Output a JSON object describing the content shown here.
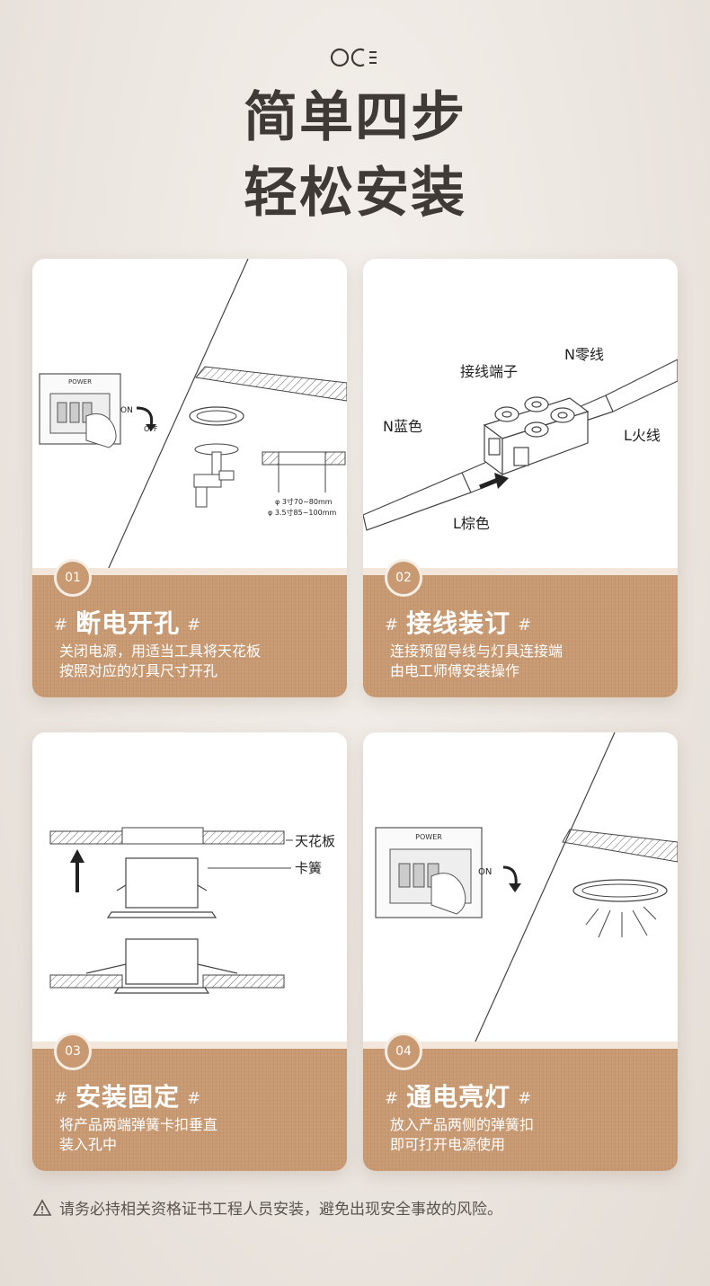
{
  "header": {
    "title_line1": "简单四步",
    "title_line2": "轻松安装"
  },
  "cards": [
    {
      "number": "01",
      "title": "断电开孔",
      "desc_line1": "关闭电源，用适当工具将天花板",
      "desc_line2": "按照对应的灯具尺寸开孔",
      "labels": {
        "power": "POWER",
        "on": "ON",
        "off": "OFF",
        "size1": "φ 3寸70~80mm",
        "size2": "φ 3.5寸85~100mm"
      }
    },
    {
      "number": "02",
      "title": "接线装订",
      "desc_line1": "连接预留导线与灯具连接端",
      "desc_line2": "由电工师傅安装操作",
      "labels": {
        "terminal": "接线端子",
        "neutral": "N零线",
        "blue": "N蓝色",
        "live": "L火线",
        "brown": "L棕色"
      }
    },
    {
      "number": "03",
      "title": "安装固定",
      "desc_line1": "将产品两端弹簧卡扣垂直",
      "desc_line2": "装入孔中",
      "labels": {
        "ceiling": "天花板",
        "spring": "卡簧"
      }
    },
    {
      "number": "04",
      "title": "通电亮灯",
      "desc_line1": "放入产品两侧的弹簧扣",
      "desc_line2": "即可打开电源使用",
      "labels": {
        "power": "POWER",
        "on": "ON"
      }
    }
  ],
  "hash_symbol": "#",
  "footer": {
    "notice": "请务必持相关资格证书工程人员安装，避免出现安全事故的风险。"
  },
  "colors": {
    "accent": "#c99a72",
    "title": "#3f3a36",
    "background": "#ece6e0"
  },
  "icons": {
    "logo": "brand-logo-icon",
    "warning": "warning-triangle-icon"
  }
}
